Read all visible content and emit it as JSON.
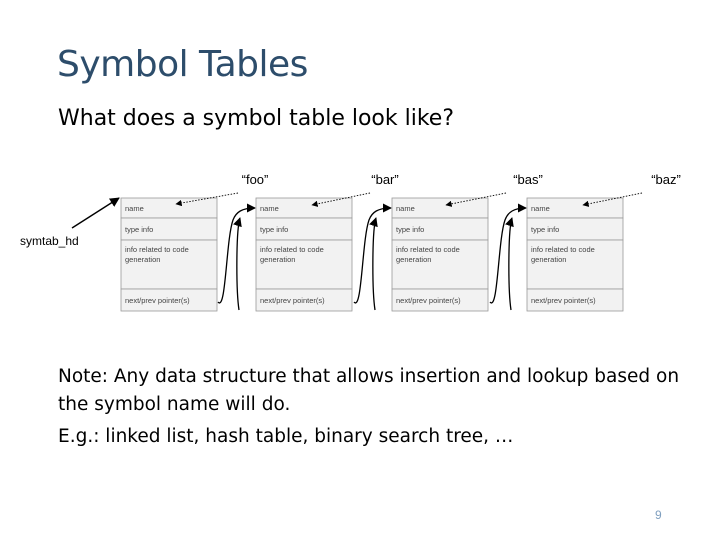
{
  "slide": {
    "title": "Symbol Tables",
    "subtitle": "What does a symbol table look like?",
    "note_line": "Note: Any data structure that allows insertion and lookup based on the symbol name will do.",
    "example_line": "E.g.: linked list, hash table, binary search tree, …",
    "page_number": "9"
  },
  "diagram": {
    "head_label": "symtab_hd",
    "symbol_names": [
      "“foo”",
      "“bar”",
      "“bas”",
      "“baz”"
    ],
    "record_fields": [
      "name",
      "type info",
      "info related to code generation",
      "next/prev pointer(s)"
    ]
  },
  "colors": {
    "title": "#2d4d6b",
    "page_number": "#7f9fbf",
    "record_fill": "#f2f2f2",
    "record_border": "#999999"
  }
}
